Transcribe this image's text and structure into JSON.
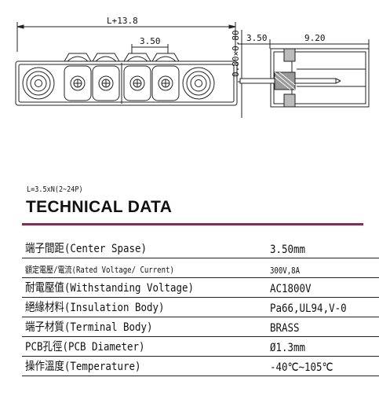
{
  "drawing": {
    "dim_overall": "L+13.8",
    "dim_pitch": "3.50",
    "dim_side_offset": "3.50",
    "dim_side_depth": "9.20",
    "dim_pin_section": "0.80×0.80"
  },
  "formula": "L=3.5xN(2~24P)",
  "heading": "TECHNICAL DATA",
  "specs": [
    {
      "label": "端子間距(Center Spase)",
      "value": "3.50mm"
    },
    {
      "label": "額定電壓/電流(Rated Voltage/ Current)",
      "value": "300V,8A"
    },
    {
      "label": "耐電壓值(Withstanding Voltage)",
      "value": "AC1800V"
    },
    {
      "label": "絕緣材料(Insulation Body)",
      "value": "Pa66,UL94,V-0"
    },
    {
      "label": "端子材質(Terminal Body)",
      "value": "BRASS"
    },
    {
      "label": "PCB孔徑(PCB Diameter)",
      "value": "Ø1.3mm"
    },
    {
      "label": "操作溫度(Temperature)",
      "value": "-40℃~105℃"
    }
  ]
}
